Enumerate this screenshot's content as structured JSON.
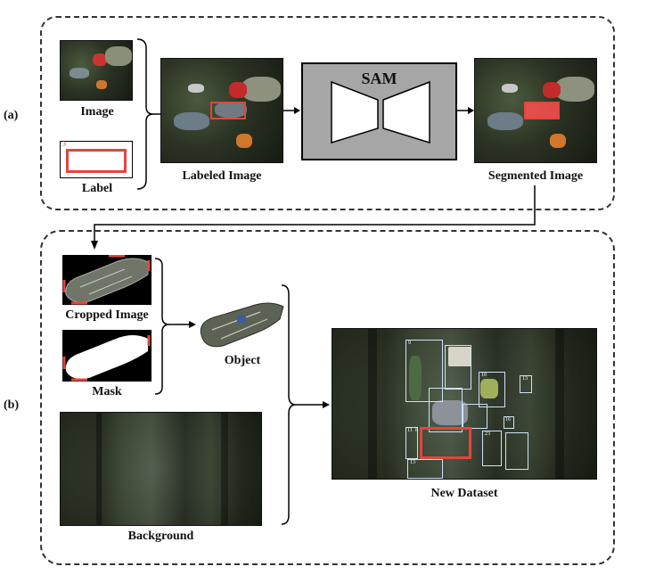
{
  "panel_a": {
    "tag": "(a)",
    "image_label": "Image",
    "label_label": "Label",
    "label_index": "3",
    "labeled_image": "Labeled Image",
    "sam_title": "SAM",
    "segmented_image": "Segmented Image"
  },
  "panel_b": {
    "tag": "(b)",
    "cropped_image": "Cropped Image",
    "mask": "Mask",
    "object": "Object",
    "background": "Background",
    "new_dataset": "New Dataset"
  },
  "dataset_box_numbers": [
    "9",
    "10",
    "13",
    "16",
    "23",
    "11",
    "13",
    "8"
  ],
  "colors": {
    "annotation_red": "#e2463c",
    "sam_gray": "#a6a6a6",
    "dataset_box": "#cfe3f1"
  }
}
